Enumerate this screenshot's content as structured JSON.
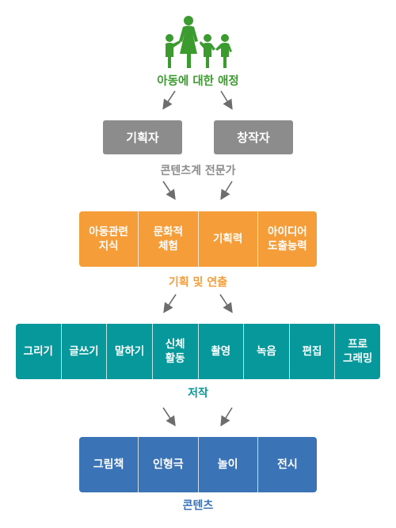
{
  "header": {
    "title": "아동에 대한 애정"
  },
  "roles": {
    "items": [
      "기획자",
      "창작자"
    ],
    "caption": "콘텐츠계 전문가"
  },
  "planning": {
    "items": [
      "아동관련\n지식",
      "문화적\n체험",
      "기획력",
      "아이디어\n도출능력"
    ],
    "caption": "기획 및 연출"
  },
  "authoring": {
    "items": [
      "그리기",
      "글쓰기",
      "말하기",
      "신체\n활동",
      "촬영",
      "녹음",
      "편집",
      "프로\n그래밍"
    ],
    "caption": "저작"
  },
  "contents": {
    "items": [
      "그림책",
      "인형극",
      "놀이",
      "전시"
    ],
    "caption": "콘텐츠"
  },
  "colors": {
    "green": "#3c9b2e",
    "gray": "#8c8c8c",
    "orange": "#f49d39",
    "teal": "#06989a",
    "blue": "#3a73b6",
    "arrow": "#6d6d6d"
  },
  "icons": [
    "family-icon",
    "arrow-icon"
  ]
}
